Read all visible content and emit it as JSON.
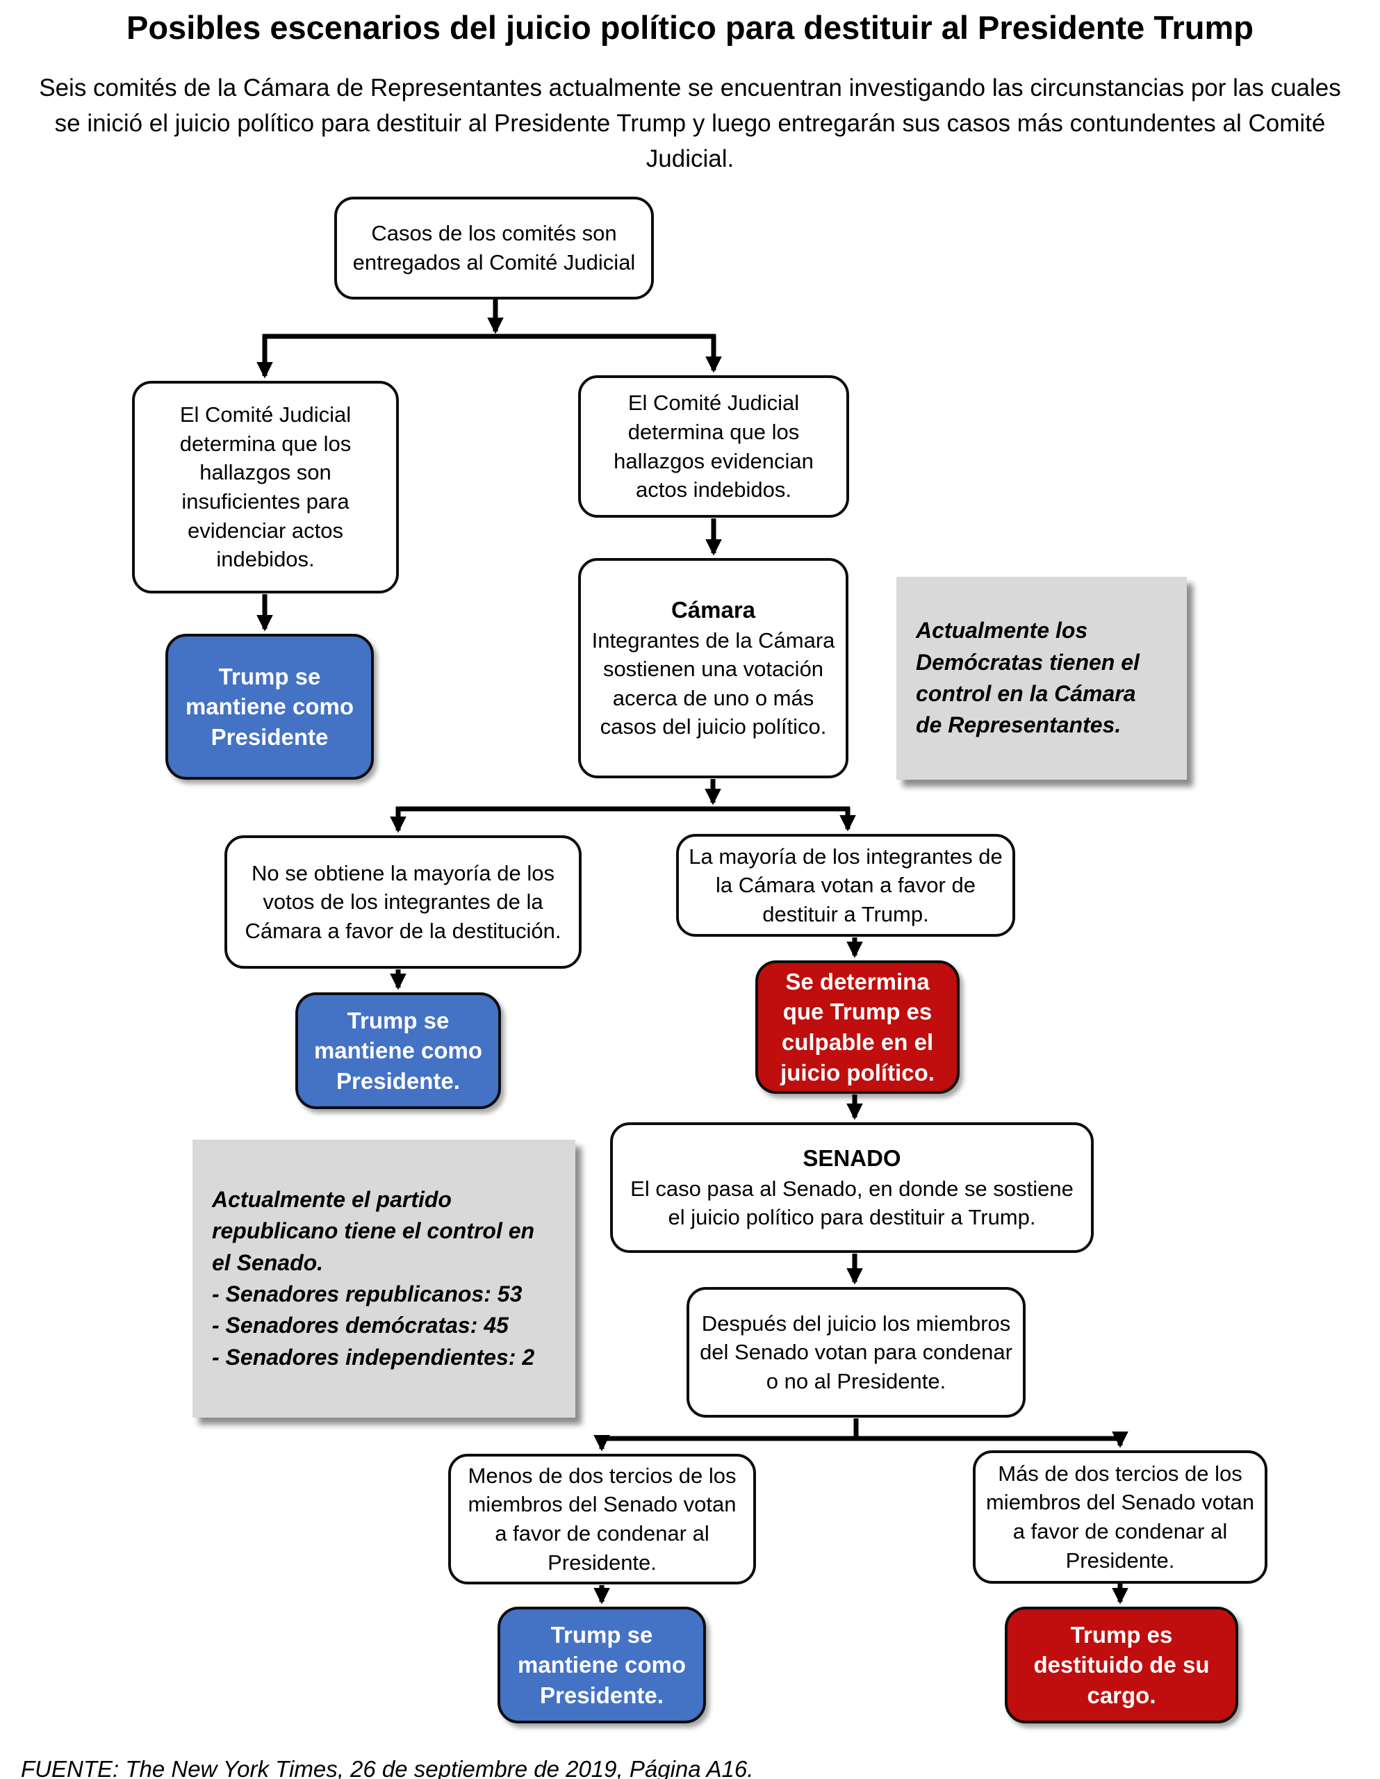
{
  "title": "Posibles escenarios del juicio político para destituir al Presidente Trump",
  "subtitle": "Seis comités de la Cámara de Representantes actualmente se encuentran investigando las circunstancias por las cuales se inició el juicio político para destituir al Presidente Trump y luego entregarán sus casos más contundentes al Comité Judicial.",
  "nodes": {
    "start": "Casos de los comités son entregados al Comité Judicial",
    "insufficient": "El Comité Judicial determina que los hallazgos son insuficientes para evidenciar actos indebidos.",
    "evidence": "El Comité Judicial determina que los hallazgos evidencian actos indebidos.",
    "camara_title": "Cámara",
    "camara_body": "Integrantes de la Cámara sostienen una votación acerca de uno o más casos del juicio político.",
    "remains_1": "Trump se mantiene como Presidente",
    "no_majority": "No se obtiene la mayoría de los votos de los integrantes de la Cámara a favor de la destitución.",
    "majority": "La mayoría de los integrantes de la Cámara votan a favor de destituir a Trump.",
    "remains_2": "Trump se mantiene como Presidente.",
    "guilty": "Se determina que Trump es culpable en el juicio político.",
    "senado_title": "SENADO",
    "senado_body": "El caso pasa al Senado, en donde se sostiene el juicio político para destituir a Trump.",
    "after_trial": "Después del juicio los miembros del Senado votan para condenar o no al Presidente.",
    "less_two_thirds": "Menos de dos tercios de los miembros del Senado votan a favor de condenar al Presidente.",
    "more_two_thirds": "Más de dos tercios de los miembros del Senado votan a favor de condenar al Presidente.",
    "remains_3": "Trump se mantiene como Presidente.",
    "removed": "Trump es destituido de su cargo."
  },
  "notes": {
    "house": "Actualmente los Demócratas tienen el control en la Cámara de Representantes.",
    "senate_intro": "Actualmente el partido republicano tiene el control en el Senado.",
    "senate_items": [
      "- Senadores republicanos: 53",
      "- Senadores demócratas: 45",
      "- Senadores independientes: 2"
    ]
  },
  "footer": {
    "prefix": "FUENTE: ",
    "source": "The New York Times",
    "suffix": ", 26 de septiembre de 2019, Página A16."
  },
  "colors": {
    "blue": "#4472C4",
    "red": "#C00D0D",
    "note_gray": "#D9D9D9",
    "line_black": "#000000"
  }
}
